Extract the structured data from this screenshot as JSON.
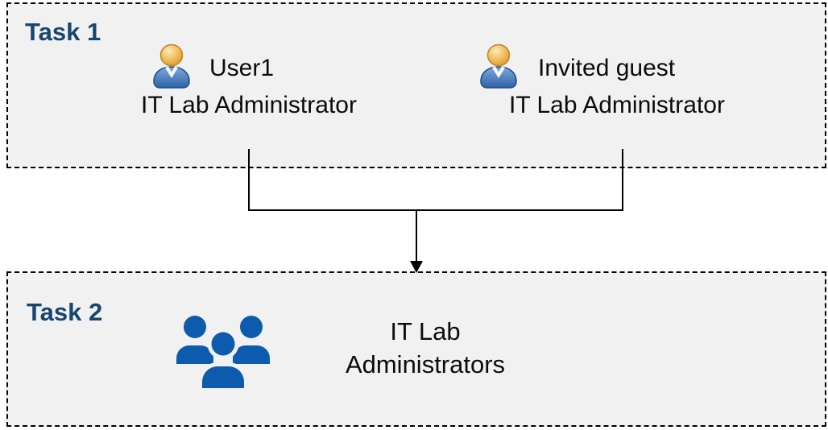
{
  "task1": {
    "label": "Task 1",
    "users": [
      {
        "name": "User1",
        "role": "IT Lab Administrator",
        "icon": "person-icon"
      },
      {
        "name": "Invited guest",
        "role": "IT Lab Administrator",
        "icon": "person-icon"
      }
    ]
  },
  "task2": {
    "label": "Task 2",
    "group": {
      "name": "IT Lab Administrators",
      "icon": "people-group-icon"
    }
  },
  "connector": {
    "description": "lines from both Task 1 users merge and arrow points into Task 2 group",
    "arrow_direction": "down"
  },
  "colors": {
    "task_label": "#17466E",
    "box_fill": "#F1F1F2",
    "box_border": "#000000",
    "text": "#0B0B0B",
    "group_icon_blue": "#0D5BAC",
    "person_head_gold": "#EDAE3E",
    "person_body_blue": "#3567A8",
    "connector_line": "#000000"
  }
}
